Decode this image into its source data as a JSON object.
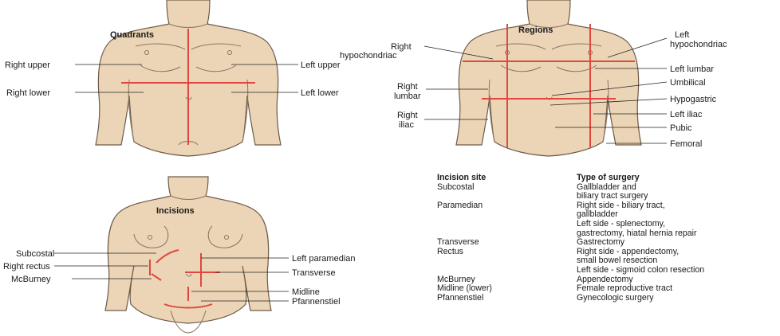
{
  "quadrants": {
    "title": "Quadrants",
    "labels": {
      "right_upper": "Right upper",
      "right_lower": "Right lower",
      "left_upper": "Left upper",
      "left_lower": "Left lower"
    }
  },
  "regions": {
    "title": "Regions",
    "labels": {
      "right_hypochondriac": [
        "Right",
        "hypochondriac"
      ],
      "right_lumbar": [
        "Right",
        "lumbar"
      ],
      "right_iliac": [
        "Right",
        "iliac"
      ],
      "left_hypochondriac": [
        "Left",
        "hypochondriac"
      ],
      "left_lumbar": "Left lumbar",
      "umbilical": "Umbilical",
      "hypogastric": "Hypogastric",
      "left_iliac": "Left iliac",
      "pubic": "Pubic",
      "femoral": "Femoral"
    }
  },
  "incisions": {
    "title": "Incisions",
    "labels": {
      "subcostal": "Subcostal",
      "right_rectus": "Right rectus",
      "mcburney": "McBurney",
      "left_paramedian": "Left paramedian",
      "transverse": "Transverse",
      "midline": "Midline",
      "pfannenstiel": "Pfannenstiel"
    }
  },
  "table": {
    "header": {
      "site": "Incision site",
      "surgery": "Type of surgery"
    },
    "rows": [
      {
        "site": "Subcostal",
        "surgery": "Gallbladder and"
      },
      {
        "site": "",
        "surgery": "biliary tract surgery"
      },
      {
        "site": "Paramedian",
        "surgery": "Right side - biliary tract,"
      },
      {
        "site": "",
        "surgery": "gallbladder"
      },
      {
        "site": "",
        "surgery": "Left side - splenectomy,"
      },
      {
        "site": "",
        "surgery": "gastrectomy, hiatal hernia repair"
      },
      {
        "site": "Transverse",
        "surgery": "Gastrectomy"
      },
      {
        "site": "Rectus",
        "surgery": "Right side - appendectomy,"
      },
      {
        "site": "",
        "surgery": "small bowel resection"
      },
      {
        "site": "",
        "surgery": "Left side - sigmoid colon resection"
      },
      {
        "site": "McBurney",
        "surgery": "Appendectomy"
      },
      {
        "site": "Midline (lower)",
        "surgery": "Female reproductive tract"
      },
      {
        "site": "Pfannenstiel",
        "surgery": "Gynecologic surgery"
      }
    ]
  },
  "colors": {
    "skin": "#ecd5b6",
    "outline": "#6e5a48",
    "incision_line": "#e0473f"
  }
}
